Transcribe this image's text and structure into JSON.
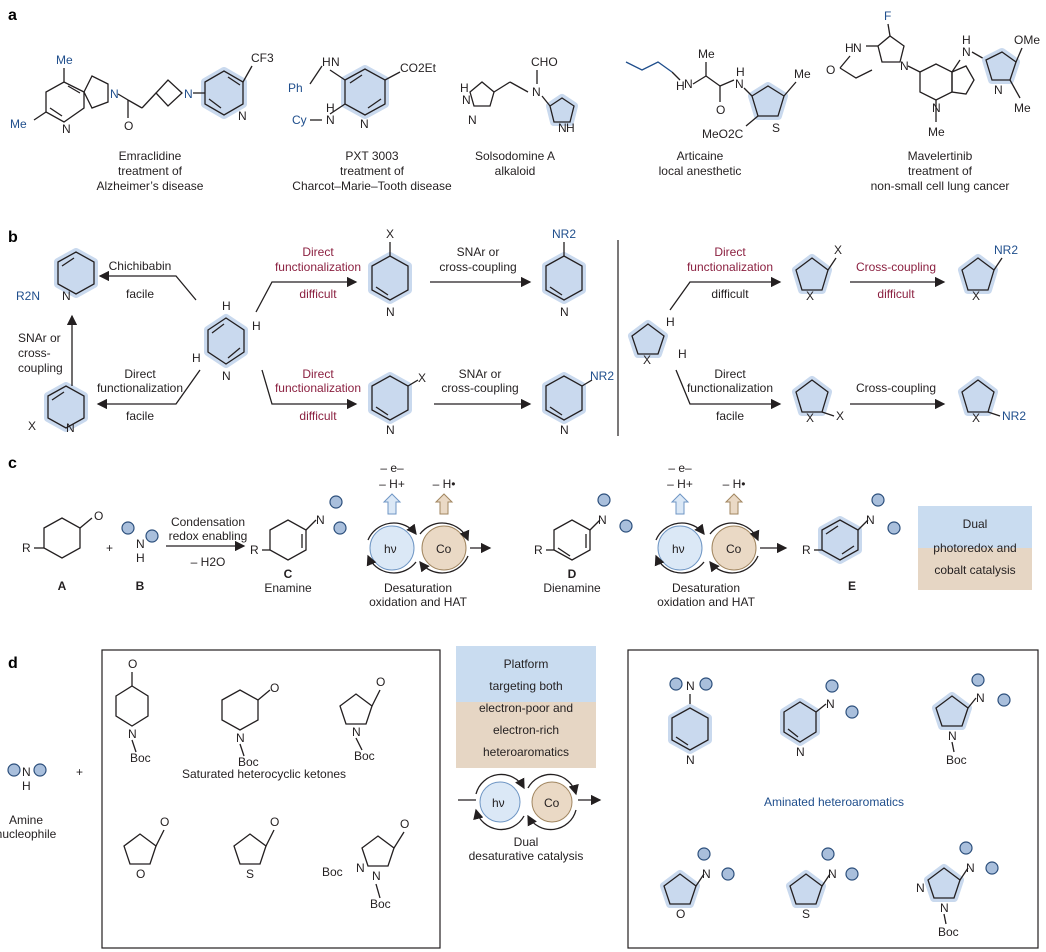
{
  "panels": {
    "a": "a",
    "b": "b",
    "c": "c",
    "d": "d"
  },
  "colors": {
    "halo_blue": "#c9d9ee",
    "box_blue": "#c9dcf0",
    "box_tan": "#e6d6c4",
    "red_label": "#8b2040",
    "blue_atom": "#1f4e8c",
    "node_fill": "#a9bfdc"
  },
  "panel_a": {
    "drugs": [
      {
        "name": "Emraclidine",
        "line2": "treatment of",
        "line3": "Alzheimer’s disease"
      },
      {
        "name": "PXT 3003",
        "line2": "treatment of",
        "line3": "Charcot–Marie–Tooth disease"
      },
      {
        "name": "Solsodomine A",
        "line2": "alkaloid",
        "line3": ""
      },
      {
        "name": "Articaine",
        "line2": "local anesthetic",
        "line3": ""
      },
      {
        "name": "Mavelertinib",
        "line2": "treatment of",
        "line3": "non-small cell lung cancer"
      }
    ],
    "atoms": {
      "me": "Me",
      "cf3": "CF3",
      "n": "N",
      "o": "O",
      "ph": "Ph",
      "h": "H",
      "cy": "Cy",
      "nh": "N",
      "co2et": "CO2Et",
      "cho": "CHO",
      "nh_pyrrole": "N",
      "f": "F",
      "ome": "OMe",
      "meo2c": "MeO2C",
      "s": "S"
    }
  },
  "panel_b": {
    "chichibabin": "Chichibabin",
    "facile": "facile",
    "difficult": "difficult",
    "direct": "Direct",
    "functionalization": "functionalization",
    "snar_or": "SNAr or",
    "cross_coupling_dash": "cross-coupling",
    "cross": "cross-",
    "coupling": "coupling",
    "cross_coupling": "Cross-coupling",
    "r2n": "R2N",
    "nr2": "NR2",
    "x": "X",
    "h": "H",
    "n": "N"
  },
  "panel_c": {
    "labels": {
      "A": "A",
      "B": "B",
      "C": "C",
      "D": "D",
      "E": "E"
    },
    "condensation": "Condensation",
    "redox_enabling": "redox enabling",
    "minus_h2o": "– H2O",
    "enamine": "Enamine",
    "dienamine": "Dienamine",
    "desaturation": "Desaturation",
    "oxidation_hat": "oxidation and HAT",
    "minus_e": "– e–",
    "minus_hplus": "– H+",
    "minus_hdot": "– H•",
    "hv": "hν",
    "co": "Co",
    "r": "R",
    "o": "O",
    "n": "N",
    "h": "H",
    "plus": "+",
    "legend": [
      "Dual",
      "photoredox and",
      "cobalt catalysis"
    ]
  },
  "panel_d": {
    "amine": "Amine",
    "nucleophile": "nucleophile",
    "plus": "+",
    "saturated": "Saturated heterocyclic ketones",
    "platform": [
      "Platform",
      "targeting both",
      "electron-poor and",
      "electron-rich",
      "heteroaromatics"
    ],
    "dual": "Dual",
    "desaturative": "desaturative catalysis",
    "aminated": "Aminated heteroaromatics",
    "boc": "Boc",
    "hv": "hν",
    "co": "Co",
    "o": "O",
    "n": "N",
    "s": "S",
    "h": "H"
  }
}
